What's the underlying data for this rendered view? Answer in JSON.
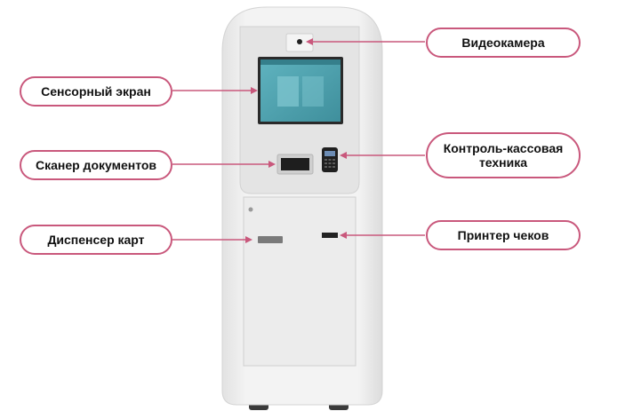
{
  "labels": {
    "videokamera": "Видеокамера",
    "sensornyi_ekran": "Сенсорный экран",
    "skaner": "Сканер документов",
    "kkt_line1": "Контроль-кассовая",
    "kkt_line2": "техника",
    "dispenser": "Диспенсер карт",
    "printer": "Принтер чеков"
  },
  "colors": {
    "accent": "#c9587c",
    "kiosk_body": "#efefef",
    "kiosk_shadow": "#d9d9d9",
    "screen": "#4a9aa7",
    "screen_frame": "#2a2a2a"
  }
}
